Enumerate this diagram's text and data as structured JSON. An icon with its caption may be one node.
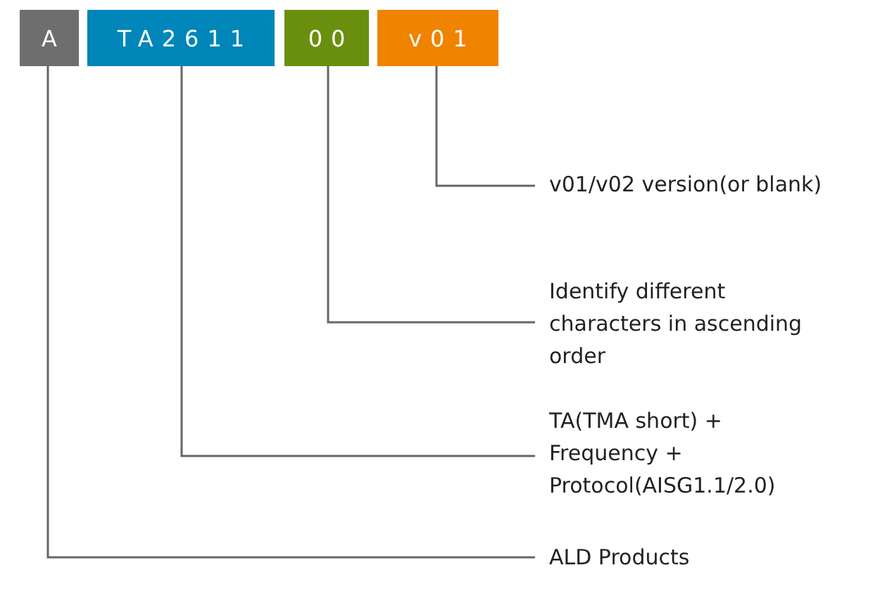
{
  "diagram": {
    "nodes": [
      {
        "text": [
          "A"
        ]
      },
      {
        "text": [
          "TA2611"
        ]
      },
      {
        "text": [
          "00"
        ]
      },
      {
        "text": [
          "v01"
        ]
      },
      {
        "text": [
          "v01/v02 version(or blank)"
        ]
      },
      {
        "text": [
          "Identify different characters in ascending order"
        ]
      },
      {
        "text": [
          "TA(TMA short) + Frequency + Protocol(AISG1.1/2.0)"
        ]
      },
      {
        "text": [
          "ALD Products"
        ]
      }
    ],
    "edges": [
      {
        "from": 3,
        "to": 4,
        "arrow": "none"
      },
      {
        "from": 2,
        "to": 5,
        "arrow": "none"
      },
      {
        "from": 1,
        "to": 6,
        "arrow": "none"
      },
      {
        "from": 0,
        "to": 7,
        "arrow": "none"
      }
    ]
  }
}
